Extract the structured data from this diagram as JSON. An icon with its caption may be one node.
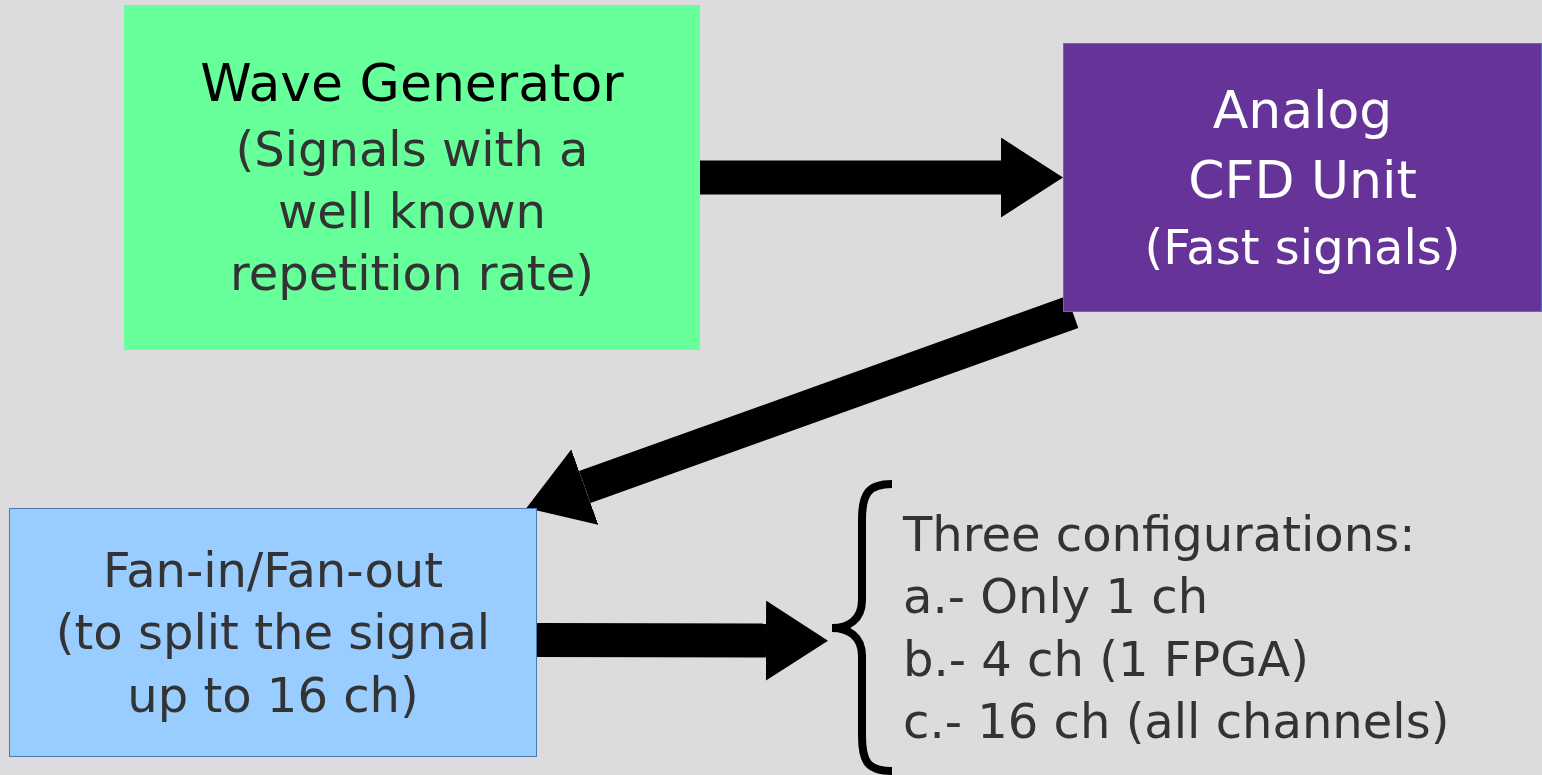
{
  "diagram": {
    "nodes": [
      {
        "text": [
          "Wave Generator",
          "(Signals with a well known repetition rate)"
        ]
      },
      {
        "text": [
          "Analog CFD Unit",
          "(Fast signals)"
        ]
      },
      {
        "text": [
          "Fan-in/Fan-out",
          "(to split the signal up to 16 ch)"
        ]
      },
      {
        "text": [
          "Three configurations:",
          "a.- Only 1 ch",
          "b.- 4 ch (1 FPGA)",
          "c.- 16 ch (all channels)"
        ]
      }
    ],
    "edges": [
      {
        "from": 0,
        "to": 1,
        "arrow": "to"
      },
      {
        "from": 1,
        "to": 2,
        "arrow": "to"
      },
      {
        "from": 2,
        "to": 3,
        "arrow": "to"
      }
    ]
  }
}
